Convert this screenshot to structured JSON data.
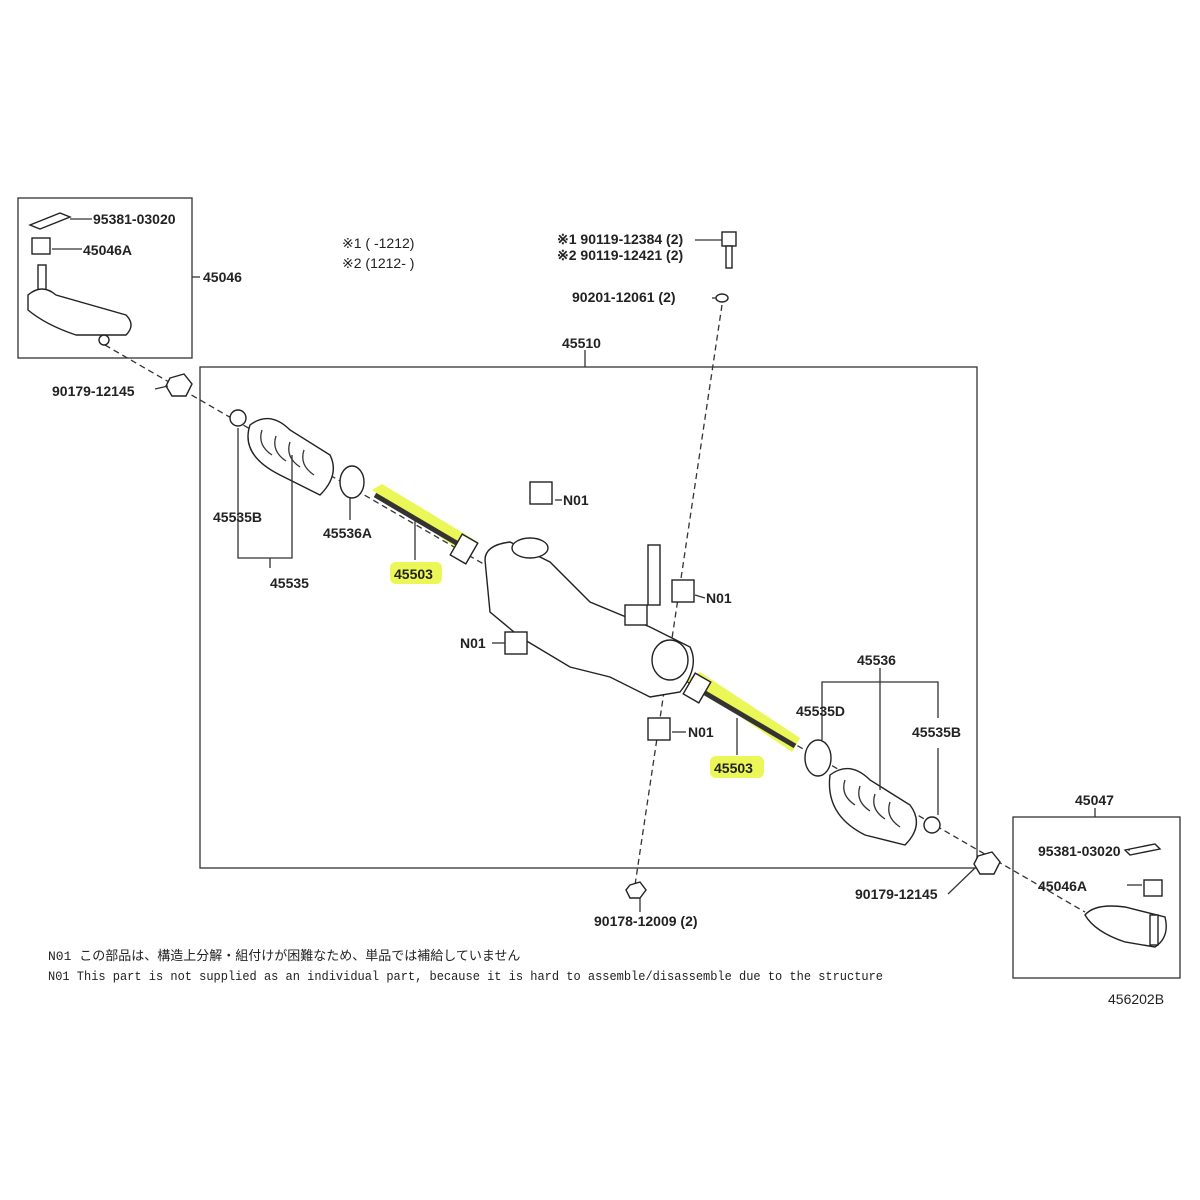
{
  "diagram": {
    "notes_top": {
      "n1": "※1 (     -1212)",
      "n2": "※2 (1212-      )"
    },
    "labels": {
      "cotter_pin_left": "95381-03020",
      "nut_left": "45046A",
      "tie_rod_end_left": "45046",
      "lock_nut_left": "90179-12145",
      "bolt1": "※1 90119-12384 (2)",
      "bolt2": "※2 90119-12421 (2)",
      "washer": "90201-12061 (2)",
      "gear_assy": "45510",
      "clip_left": "45535B",
      "clamp_left": "45536A",
      "boot_left": "45535",
      "tie_rod_left": "45503",
      "n01_a": "N01",
      "n01_b": "N01",
      "n01_c": "N01",
      "n01_d": "N01",
      "tie_rod_right": "45503",
      "boot_right": "45536",
      "clamp_right": "45535D",
      "clip_right": "45535B",
      "nut_bottom": "90178-12009 (2)",
      "tie_rod_end_right": "45047",
      "cotter_pin_right": "95381-03020",
      "nut_right": "45046A",
      "lock_nut_right": "90179-12145",
      "drawing_number": "456202B"
    },
    "footnotes": {
      "jp": "N01 この部品は、構造上分解・組付けが困難なため、単品では補給していません",
      "en": "N01 This part is not supplied as an individual part, because it is hard to assemble/disassemble due to the structure"
    },
    "highlight_color": "#e8f53a"
  }
}
